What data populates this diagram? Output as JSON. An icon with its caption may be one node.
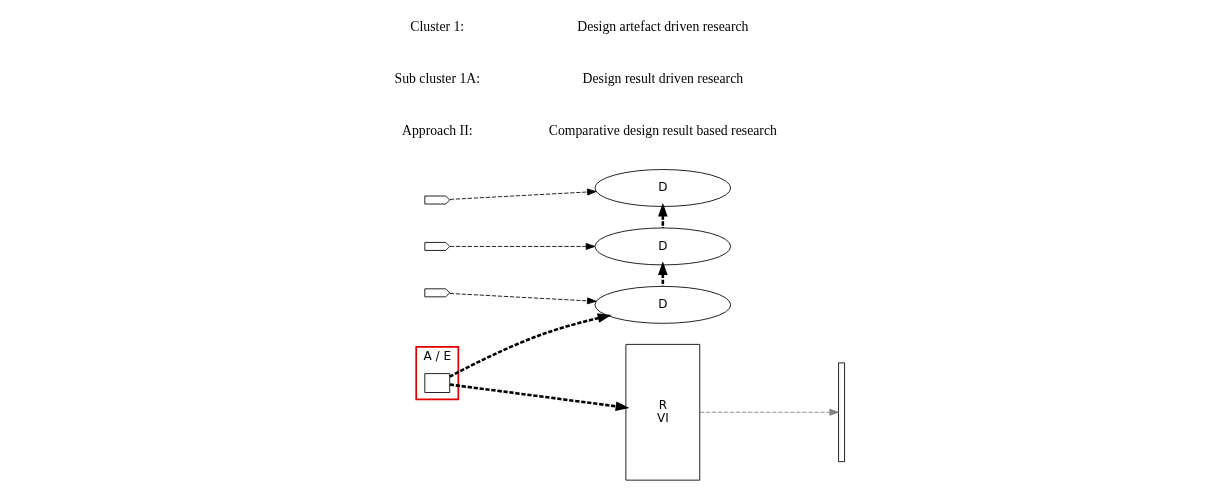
{
  "diagram": {
    "nodes": [
      {
        "text": [],
        "shape": "tag"
      },
      {
        "text": [],
        "shape": "tag"
      },
      {
        "text": [],
        "shape": "tag"
      },
      {
        "text": [
          "D"
        ]
      },
      {
        "text": [
          "D"
        ]
      },
      {
        "text": [
          "D"
        ]
      },
      {
        "text": [
          "R",
          "VI"
        ]
      },
      {
        "text": [
          "A / E"
        ]
      },
      {
        "text": [],
        "shape": "box",
        "in": 7
      },
      {
        "text": [],
        "shape": "bracket"
      }
    ],
    "edges": [
      {
        "from": 0,
        "to": 3,
        "arrow": "to",
        "style": "dashed"
      },
      {
        "from": 1,
        "to": 4,
        "arrow": "to",
        "style": "dashed"
      },
      {
        "from": 2,
        "to": 5,
        "arrow": "to",
        "style": "dashed"
      },
      {
        "from": 5,
        "to": 4,
        "arrow": "to",
        "style": "dashed"
      },
      {
        "from": 4,
        "to": 3,
        "arrow": "to",
        "style": "dashed"
      },
      {
        "from": 6,
        "to": 9,
        "arrow": "to",
        "style": "dashed",
        "color": "#808080"
      },
      {
        "from": 8,
        "to": 5,
        "arrow": "to",
        "style": "dashed"
      },
      {
        "from": 8,
        "to": 6,
        "arrow": "to",
        "style": "dashed"
      }
    ],
    "labels": [
      "Cluster 1:",
      "Design artefact driven research",
      "Sub cluster 1A:",
      "Design result driven research",
      "Approach II:",
      "Comparative design result based research"
    ]
  }
}
